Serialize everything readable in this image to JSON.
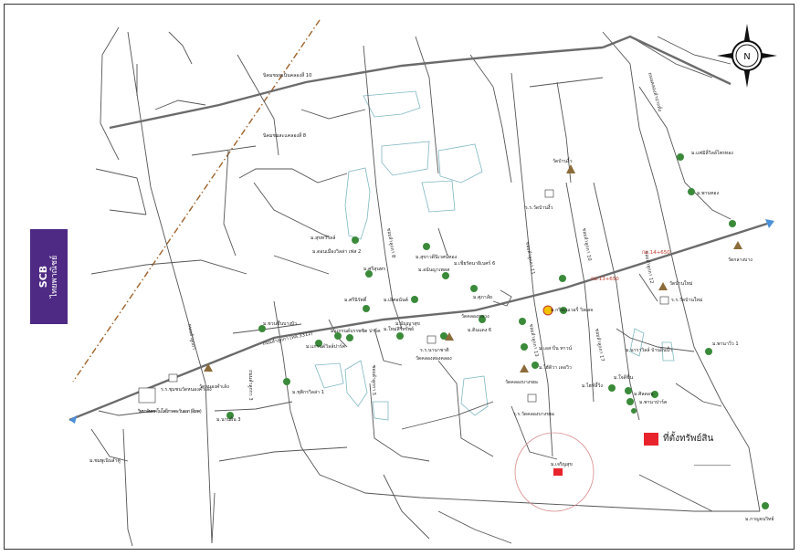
{
  "brand": {
    "name": "SCB",
    "tagline": "ไทยพาณิชย์"
  },
  "compass": {
    "north": "N"
  },
  "legend": {
    "label": "ที่ตั้งทรัพย์สิน",
    "color": "#e8232b"
  },
  "colors": {
    "road": "#555555",
    "highway": "#6b6b6b",
    "water": "#7fb7c2",
    "rail": "#a0622a",
    "target": "#e8232b",
    "circle": "#d98a8a",
    "tree": "#3a8a3a"
  },
  "map": {
    "labels": [
      {
        "text": "นิคมชมพูเนินคลองสี่ 10"
      },
      {
        "text": "นิคมชมสะแคลองสี่ 8"
      },
      {
        "text": "ม.ดอนเมืองวิลล่า เฟส 2"
      },
      {
        "text": "ม.ศรีสุนทร"
      },
      {
        "text": "ม.สุขาวดีนิเวศน์ทอง"
      },
      {
        "text": "ม.อนันญาเพลส"
      },
      {
        "text": "ม.เชียรัตนาธิเบศร์ 6"
      },
      {
        "text": "ม.ศรีนิรัตติ์"
      },
      {
        "text": "ม.เลิศอนันต์"
      },
      {
        "text": "ม.ศุภาลัย"
      },
      {
        "text": "ม.ชวนชื่นบางบัว"
      },
      {
        "text": "ม.ดินแดง 6"
      },
      {
        "text": "ม.แกรนด์วิลล์ปาร์ค"
      },
      {
        "text": "ม.แกรนด์บรรพชิต ปาร์ค"
      },
      {
        "text": "ม.ใหม่สิริทรัพย์"
      },
      {
        "text": "ม.บัญญาสุข"
      },
      {
        "text": "ร.ร.นานาชาติ"
      },
      {
        "text": "วัดคลองสองคลอง"
      },
      {
        "text": "วัดคลองหลวง"
      },
      {
        "text": "ม.เอส บีน ทาวน์"
      },
      {
        "text": "ม.ไฮ้ดิวา เดอวิว"
      },
      {
        "text": "วัดคลองบางขยะ"
      },
      {
        "text": "ร.ร.วัดคลองบางขยะ"
      },
      {
        "text": "ม.กรีนเนเวอรี่ วิลเลจ"
      },
      {
        "text": "ม.เจริญสุข"
      },
      {
        "text": "วัดบ้านงิ้ว"
      },
      {
        "text": "ร.ร.วัดบ้านงิ้ว"
      },
      {
        "text": "ม.แฟมิลี่วิลล์ไพรทอง"
      },
      {
        "text": "ม.พานทอง"
      },
      {
        "text": "วัดกลางบาง"
      },
      {
        "text": "วัดบ้านใหม่"
      },
      {
        "text": "ร.ร.วัดบ้านใหม่"
      },
      {
        "text": "ม.นาราวิลล์ บ้านอินน้ำ"
      },
      {
        "text": "ม.พานาวีว 1"
      },
      {
        "text": "ม.ไฮท์ลี้วิ่ง"
      },
      {
        "text": "ม.ใจดีชื่น"
      },
      {
        "text": "ม.ศิลดอน"
      },
      {
        "text": "ม.พานาปาร์ค"
      },
      {
        "text": "ม.กาญจนวิทย์"
      },
      {
        "text": "ม.ชมพูเนินลำคู"
      },
      {
        "text": "วิทยาลัยเทคโนโลยีภาคตะวันออก (อีเทค)"
      },
      {
        "text": "ร.ร.ชุมชนวัดหนองคำเล้ง"
      },
      {
        "text": "วัดหนองคำเล้ง"
      },
      {
        "text": "ม.ชุติกรวิลล่า 1"
      },
      {
        "text": "ม.นานฝั่น 3"
      },
      {
        "text": "ม.สุขทวีวิลล์"
      },
      {
        "text": "ถนนลำลูกกา"
      },
      {
        "text": "ถนนลำลูกกา 3"
      },
      {
        "text": "ซอยลำลูกกา 5"
      },
      {
        "text": "ซอยลำลูกกา 8"
      },
      {
        "text": "ซอยลำลูกกา 10"
      },
      {
        "text": "ซอยลำลูกกา 11"
      },
      {
        "text": "ซอยลำลูกกา 12"
      },
      {
        "text": "ซอยลำลูกกา 13"
      },
      {
        "text": "ซอยลำลูกกา 17"
      },
      {
        "text": "ถนนคลองลำปากทั่ง"
      },
      {
        "text": "ถนนลำลูกกา (ทล.3312)"
      },
      {
        "text": "กม.13+650"
      },
      {
        "text": "กม.14+650"
      }
    ]
  }
}
